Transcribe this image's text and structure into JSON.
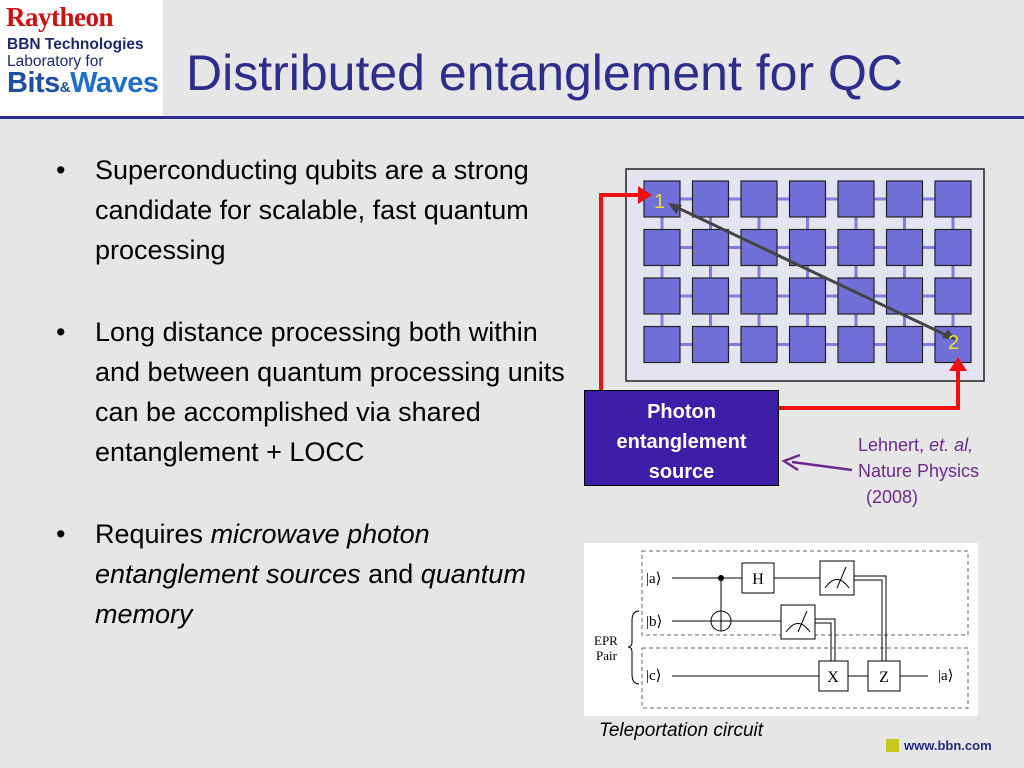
{
  "logo": {
    "line1": "Raytheon",
    "line2": "BBN Technologies",
    "line3": "Laboratory for",
    "bits": "Bits",
    "amp": "&",
    "waves": "Waves"
  },
  "title": "Distributed entanglement for QC",
  "bullets": [
    {
      "marker": "•",
      "text": "Superconducting qubits are a strong candidate for scalable, fast quantum processing"
    },
    {
      "marker": "•",
      "text": "Long distance processing both within and between quantum processing units can be accomplished via shared entanglement + LOCC"
    },
    {
      "marker": "•",
      "pre": "Requires ",
      "em1": "microwave photon entanglement sources",
      "mid": " and ",
      "em2": "quantum memory"
    }
  ],
  "qubit_grid": {
    "rows": 4,
    "cols": 7,
    "label_1": "1",
    "label_2": "2",
    "cell_color": "#6f70d8",
    "label_color": "#e8e030",
    "arrow_color": "#ee1111"
  },
  "source_box": {
    "line1": "Photon",
    "line2": "entanglement",
    "line3": "source",
    "color": "#3c1ea8"
  },
  "citation": {
    "author": "Lehnert, ",
    "etal": "et. al,",
    "journal": "Nature Physics",
    "year": "(2008)"
  },
  "circuit": {
    "ket_a": "|a⟩",
    "ket_b": "|b⟩",
    "ket_c": "|c⟩",
    "ket_out": "|a⟩",
    "gate_h": "H",
    "gate_x": "X",
    "gate_z": "Z",
    "epr_line1": "EPR",
    "epr_line2": "Pair"
  },
  "caption": "Teleportation circuit",
  "footer_url": "www.bbn.com"
}
